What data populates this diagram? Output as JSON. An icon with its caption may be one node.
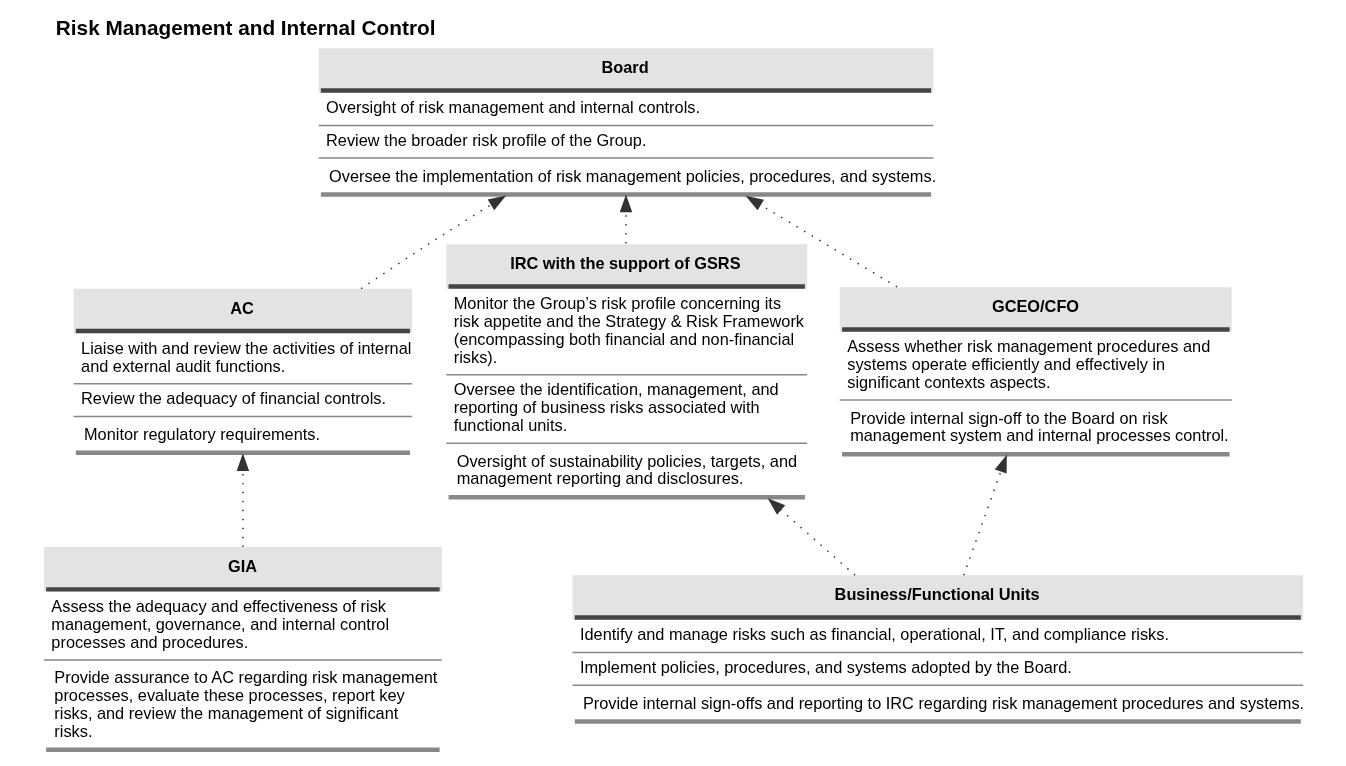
{
  "diagram": {
    "title": "Risk Management and Internal Control",
    "nodes": [
      {
        "text": [
          "Board",
          "Oversight of risk management and internal controls.",
          "Review the broader risk profile of the Group.",
          "Oversee the implementation of risk management policies, procedures, and systems."
        ]
      },
      {
        "text": [
          "AC",
          "Liaise with and review the activities of internal and external audit functions.",
          "Review the adequacy of financial controls.",
          "Monitor regulatory requirements."
        ]
      },
      {
        "text": [
          "IRC with the support of GSRS",
          "Monitor the Group’s risk profile concerning its risk appetite and the Strategy & Risk Framework (encompassing both financial and non-financial risks).",
          "Oversee the identification, management, and reporting of business risks associated with functional units.",
          "Oversight of sustainability policies, targets, and management reporting and disclosures."
        ]
      },
      {
        "text": [
          "GCEO/CFO",
          "Assess whether risk management procedures and systems operate efficiently and effectively in significant contexts aspects.",
          "Provide internal sign-off to the Board on risk management system and internal processes control."
        ]
      },
      {
        "text": [
          "GIA",
          "Assess the adequacy and effectiveness of risk management, governance, and internal control processes and procedures.",
          "Provide assurance to AC regarding risk management processes, evaluate these processes, report key risks, and review the management of significant risks."
        ]
      },
      {
        "text": [
          "Business/Functional Units",
          "Identify and manage risks such as financial, operational, IT, and compliance risks.",
          "Implement policies, procedures, and systems adopted by the Board.",
          "Provide internal sign-offs and reporting to IRC regarding risk management procedures and systems."
        ]
      }
    ],
    "edges": [
      {
        "from": 1,
        "to": 0,
        "arrow": "to",
        "style": "dashed"
      },
      {
        "from": 2,
        "to": 0,
        "arrow": "to",
        "style": "dashed"
      },
      {
        "from": 3,
        "to": 0,
        "arrow": "to",
        "style": "dashed"
      },
      {
        "from": 4,
        "to": 1,
        "arrow": "to",
        "style": "dashed"
      },
      {
        "from": 5,
        "to": 2,
        "arrow": "to",
        "style": "dashed"
      },
      {
        "from": 5,
        "to": 3,
        "arrow": "to",
        "style": "dashed"
      }
    ]
  }
}
